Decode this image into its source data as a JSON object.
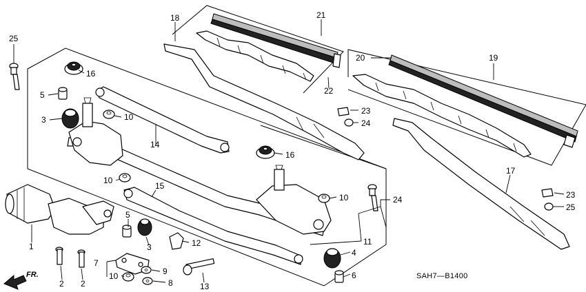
{
  "diagram": {
    "code": "SAH7—B1400",
    "direction_label": "FR.",
    "callouts": [
      "1",
      "2",
      "2",
      "3",
      "3",
      "4",
      "5",
      "5",
      "6",
      "7",
      "8",
      "9",
      "10",
      "10",
      "10",
      "10",
      "11",
      "12",
      "13",
      "14",
      "15",
      "16",
      "16",
      "17",
      "18",
      "19",
      "20",
      "21",
      "22",
      "23",
      "23",
      "24",
      "24",
      "25",
      "25"
    ]
  }
}
